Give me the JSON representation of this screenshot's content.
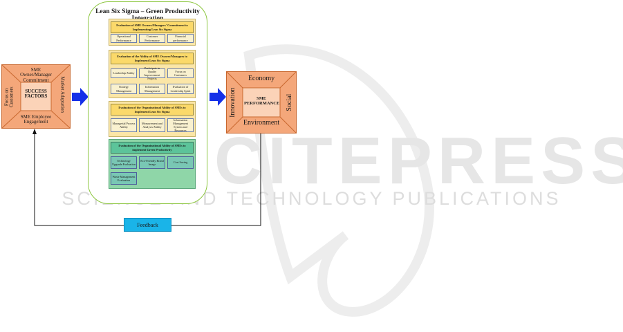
{
  "panel_title": "Lean Six Sigma – Green Productivity Integration",
  "success_factors": {
    "top": "SME Owner/Manager Commitment",
    "left": "Focus on Customers",
    "right": "Market Adaptation",
    "bottom": "SME Employee Engagement",
    "center": "SUCCESS FACTORS"
  },
  "performance": {
    "top": "Economy",
    "left": "Innovation",
    "right": "Social",
    "bottom": "Environment",
    "center": "SME PERFORMANCE"
  },
  "groups": [
    {
      "header": "Evaluation of SME Owners/Managers' Commitment to Implementing Lean Six Sigma",
      "items": [
        "Operational Performance",
        "Customer Performance",
        "Financial performance"
      ]
    },
    {
      "header": "Evaluation of the Ability of SME Owners/Managers to Implement Lean Six Sigma",
      "items": [
        "Leadership Ability",
        "Participate in Quality Improvement Projects",
        "Focus on Customers",
        "Strategy Management",
        "Information Management",
        "Evaluation of Leadership Spirit"
      ]
    },
    {
      "header": "Evaluation of the Organizational Ability of SMEs to Implement Lean Six Sigma",
      "items": [
        "Managerial Process Ability",
        "Measurement and Analysis Ability",
        "Information Management System and Resources"
      ]
    },
    {
      "header": "Evaluation of the Organizational Ability of SMEs to implement Green Productivity",
      "items": [
        "Technology Upgrade Evaluation",
        "Eco-Friendly Brand Image",
        "Cost Saving",
        "Waste Management Evaluation"
      ]
    }
  ],
  "feedback_label": "Feedback",
  "watermark": {
    "logo": "SCITEPRESS",
    "tagline": "SCIENCE AND TECHNOLOGY PUBLICATIONS"
  },
  "colors": {
    "box_orange": "#f4a77a",
    "box_orange_dark": "#d9703c",
    "panel_border": "#8cc63f",
    "arrow_blue": "#1530e8",
    "feedback_blue": "#1ab4e8"
  }
}
